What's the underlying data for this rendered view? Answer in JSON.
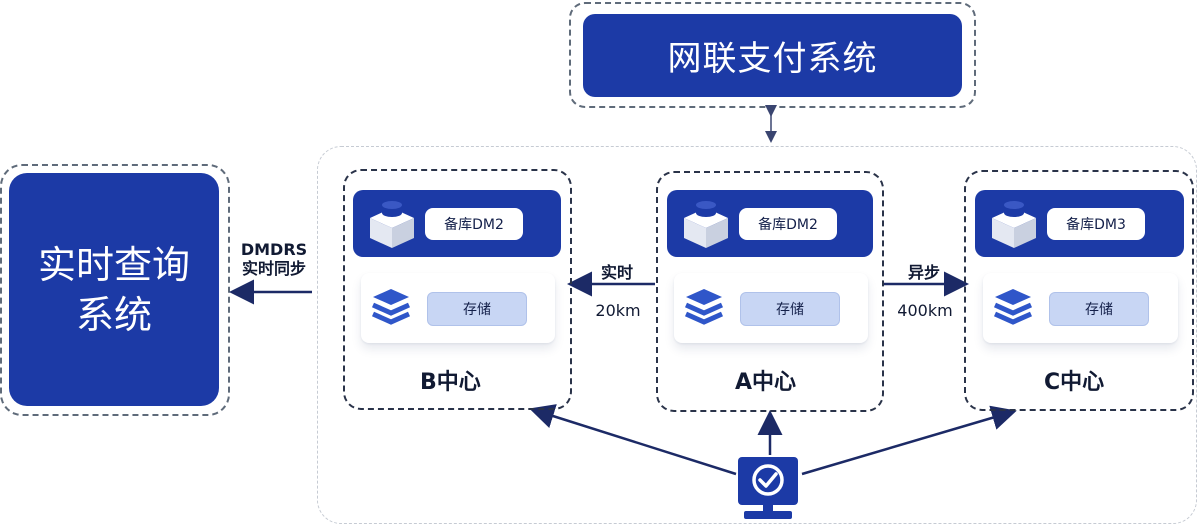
{
  "payment_system": {
    "title": "网联支付系统"
  },
  "query_system": {
    "line1": "实时查询",
    "line2": "系统"
  },
  "sync": {
    "tool": "DMDRS",
    "mode": "实时同步"
  },
  "centers": [
    {
      "name": "B中心",
      "db_label": "备库DM2",
      "storage_label": "存储"
    },
    {
      "name": "A中心",
      "db_label": "备库DM2",
      "storage_label": "存储"
    },
    {
      "name": "C中心",
      "db_label": "备库DM3",
      "storage_label": "存储"
    }
  ],
  "links": {
    "a_to_b": {
      "mode": "实时",
      "distance": "20km"
    },
    "a_to_c": {
      "mode": "异步",
      "distance": "400km"
    }
  },
  "colors": {
    "primary": "#1c3aa6",
    "storage_fill": "#c8d6f4",
    "arrow": "#1c2a66"
  },
  "icons": {
    "database": "database-icon",
    "storage": "storage-stack-icon",
    "terminal": "monitor-check-icon"
  }
}
